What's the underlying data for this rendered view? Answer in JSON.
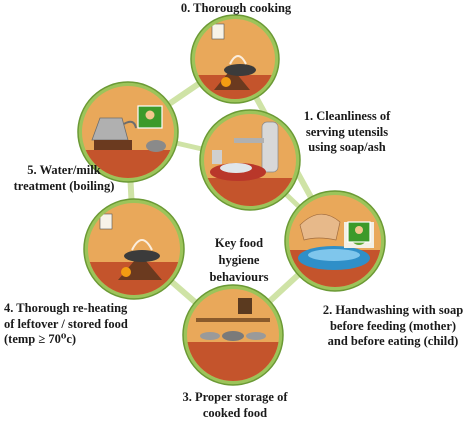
{
  "center": {
    "lines": [
      "Key food",
      "hygiene",
      "behaviours"
    ]
  },
  "nodes": [
    {
      "id": "thorough-cooking",
      "lines": [
        "0. Thorough cooking"
      ]
    },
    {
      "id": "cleanliness-utensils",
      "lines": [
        "1. Cleanliness of",
        "serving utensils",
        "using soap/ash"
      ]
    },
    {
      "id": "handwashing",
      "lines": [
        "2. Handwashing with soap",
        "before feeding (mother)",
        "and before eating (child)"
      ]
    },
    {
      "id": "proper-storage",
      "lines": [
        "3. Proper storage of",
        "cooked food"
      ]
    },
    {
      "id": "reheating",
      "lines": [
        "4. Thorough re-heating",
        "of leftover / stored food",
        "(temp ≥  70⁰c)"
      ]
    },
    {
      "id": "water-milk",
      "lines": [
        "5. Water/milk",
        "treatment (boiling)"
      ]
    }
  ],
  "colors": {
    "ring": "#9cc45a",
    "ring_outline": "#6b9a35",
    "wall": "#e9a85a",
    "floor": "#c4542c"
  }
}
